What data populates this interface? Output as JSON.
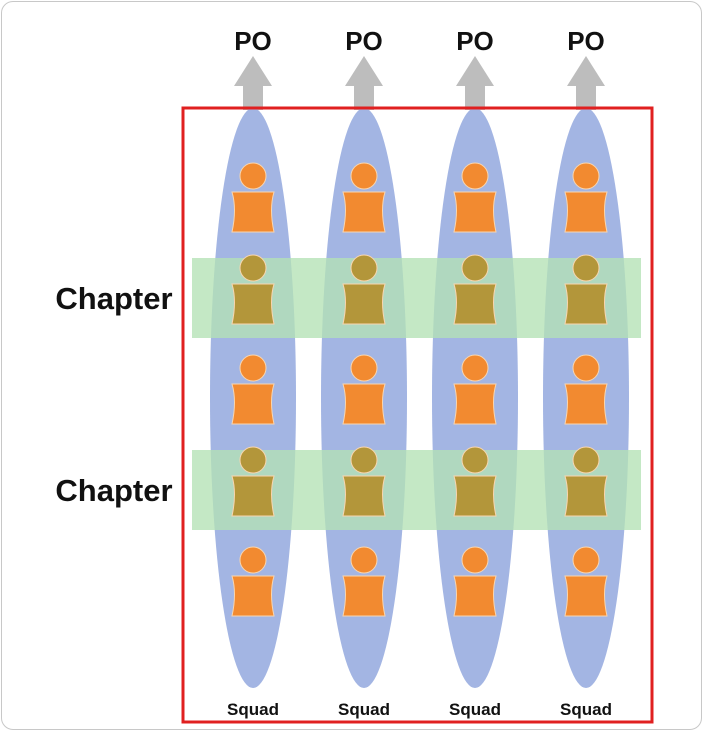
{
  "diagram": {
    "squads": [
      {
        "label": "Squad",
        "leader": "PO"
      },
      {
        "label": "Squad",
        "leader": "PO"
      },
      {
        "label": "Squad",
        "leader": "PO"
      },
      {
        "label": "Squad",
        "leader": "PO"
      }
    ],
    "chapters": [
      {
        "label": "Chapter",
        "member_row": 1
      },
      {
        "label": "Chapter",
        "member_row": 3
      }
    ],
    "member_rows_per_squad": 5,
    "colors": {
      "squad_fill": "#a3b5e3",
      "chapter_fill": "#b3e2b5",
      "member": "#f28a30",
      "member_in_chapter": "#b3963a",
      "member_outline": "#f9d6b0",
      "arrow": "#bdbdbd",
      "tribe_border": "#e02020",
      "text": "#111111",
      "frame_border": "#c8c8c8"
    },
    "icons": {
      "arrow": "up-arrow-icon",
      "member": "person-icon"
    }
  }
}
